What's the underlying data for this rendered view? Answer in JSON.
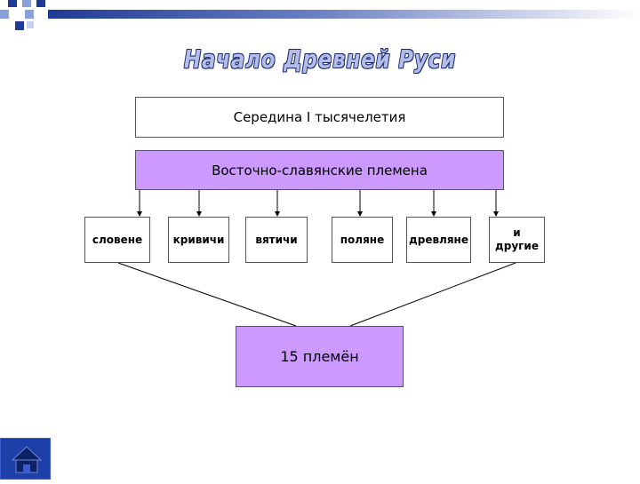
{
  "title": "Начало Древней Руси",
  "top_box": "Середина I тысячелетия",
  "middle_box": "Восточно-славянские племена",
  "tribes": [
    "словене",
    "кривичи",
    "вятичи",
    "поляне",
    "древляне",
    "и другие"
  ],
  "bottom_box": "15 племён",
  "colors": {
    "accent_purple": "#cc99ff",
    "title_fill": "#b3bde8",
    "title_outline": "#1a2a6c",
    "deco_blue": "#1f3a93",
    "home_button": "#1f3fa8"
  },
  "icons": {
    "nav": "home-icon"
  }
}
